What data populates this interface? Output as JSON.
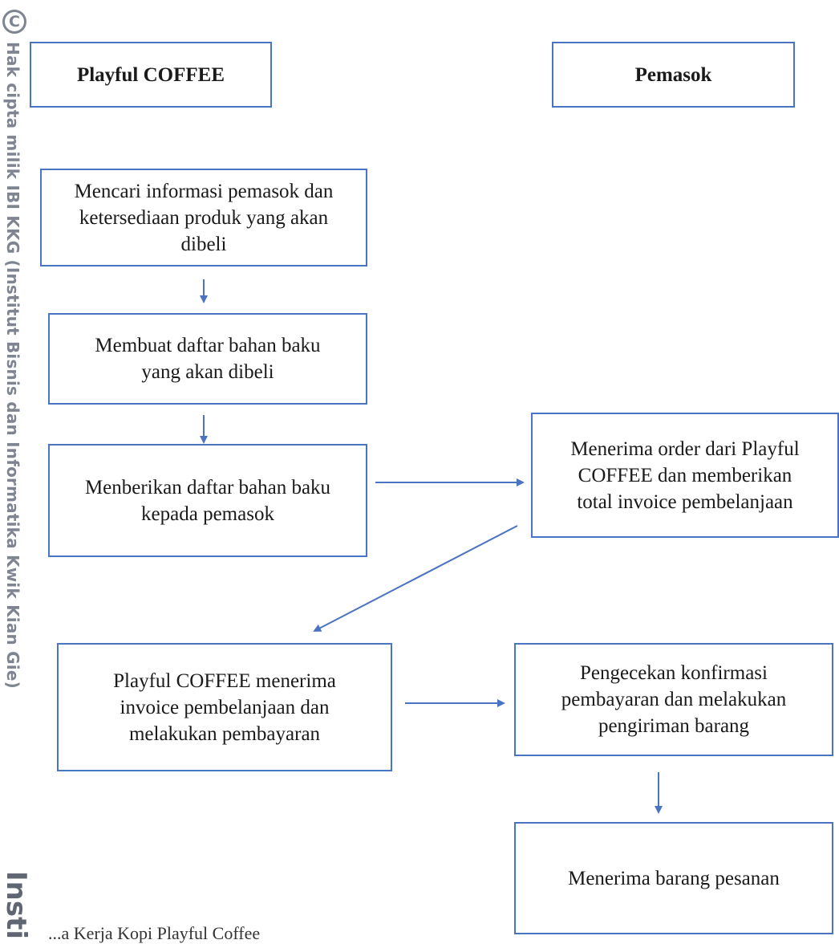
{
  "watermark": {
    "symbol": "C",
    "text": "Hak cipta milik IBI KKG (Institut Bisnis dan Informatika Kwik Kian Gie)",
    "bottom_text": "Insti"
  },
  "lanes": {
    "left": "Playful COFFEE",
    "right": "Pemasok"
  },
  "steps": {
    "cari_info": "Mencari informasi pemasok dan\nketersediaan produk yang akan\ndibeli",
    "buat_daftar": "Membuat daftar bahan baku\nyang akan dibeli",
    "beri_daftar": "Menberikan daftar bahan baku\nkepada pemasok",
    "terima_order": "Menerima order dari Playful\nCOFFEE dan memberikan\ntotal invoice pembelanjaan",
    "terima_invoice": "Playful COFFEE menerima\ninvoice pembelanjaan dan\nmelakukan pembayaran",
    "cek_konfirmasi": "Pengecekan konfirmasi\npembayaran dan melakukan\npengiriman barang",
    "terima_barang": "Menerima barang pesanan"
  },
  "caption": "...a Kerja Kopi Playful Coffee",
  "colors": {
    "box_border": "#4a73c2",
    "arrow": "#4a73c2",
    "watermark": "#7f8590"
  }
}
